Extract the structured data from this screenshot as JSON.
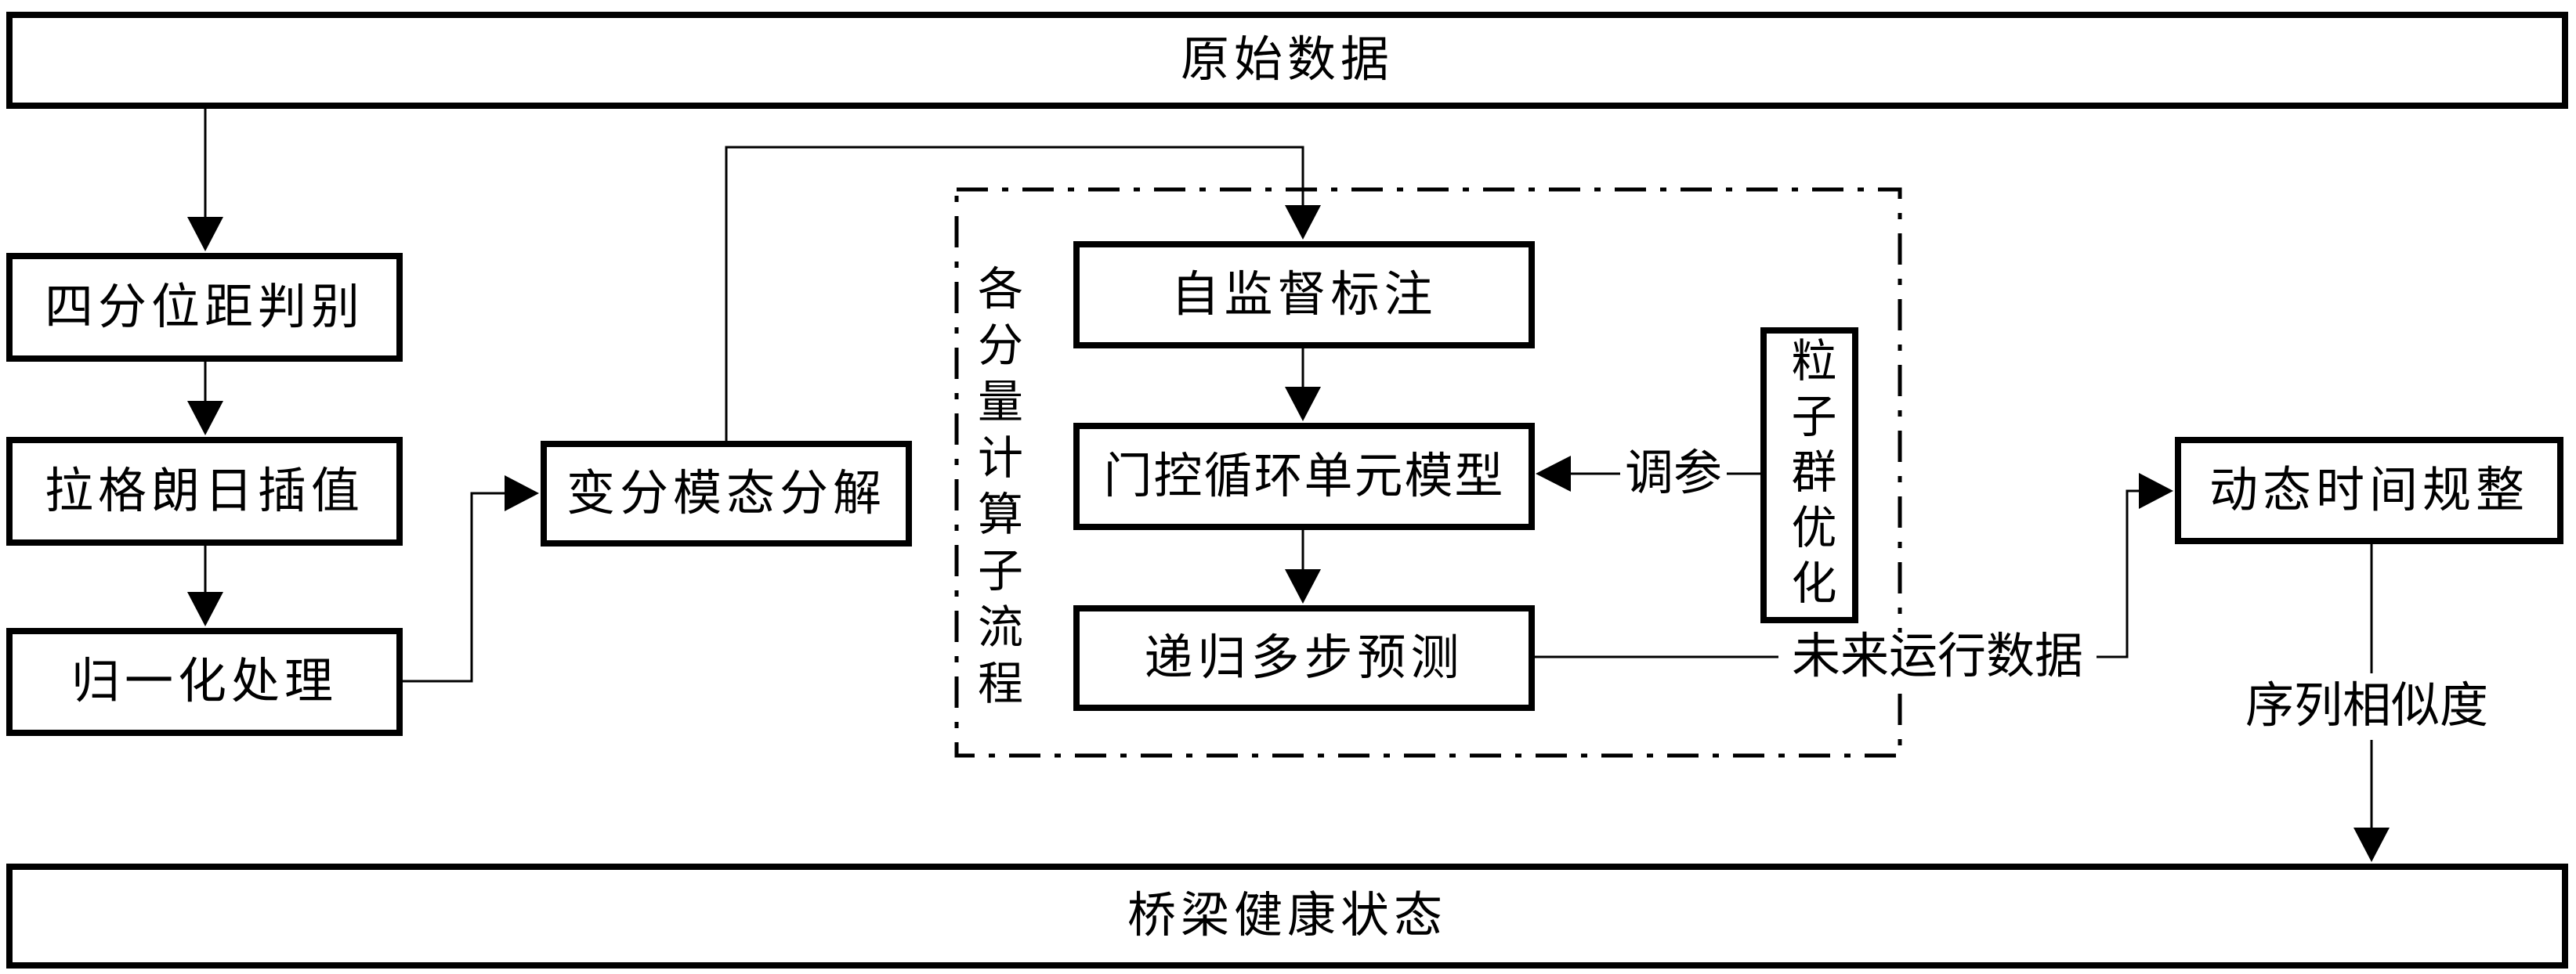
{
  "diagram": {
    "nodes": {
      "raw_data": "原始数据",
      "iqr": "四分位距判别",
      "lagrange": "拉格朗日插值",
      "normalize": "归一化处理",
      "vmd": "变分模态分解",
      "self_supervised": "自监督标注",
      "gru": "门控循环单元模型",
      "recursive": "递归多步预测",
      "pso": "粒子群优化",
      "dtw": "动态时间规整",
      "bridge_health": "桥梁健康状态"
    },
    "labels": {
      "subprocess_group": "各分量计算子流程",
      "tuning": "调参",
      "future_data": "未来运行数据",
      "similarity": "序列相似度"
    },
    "colors": {
      "stroke": "#000000",
      "background": "#ffffff"
    }
  }
}
